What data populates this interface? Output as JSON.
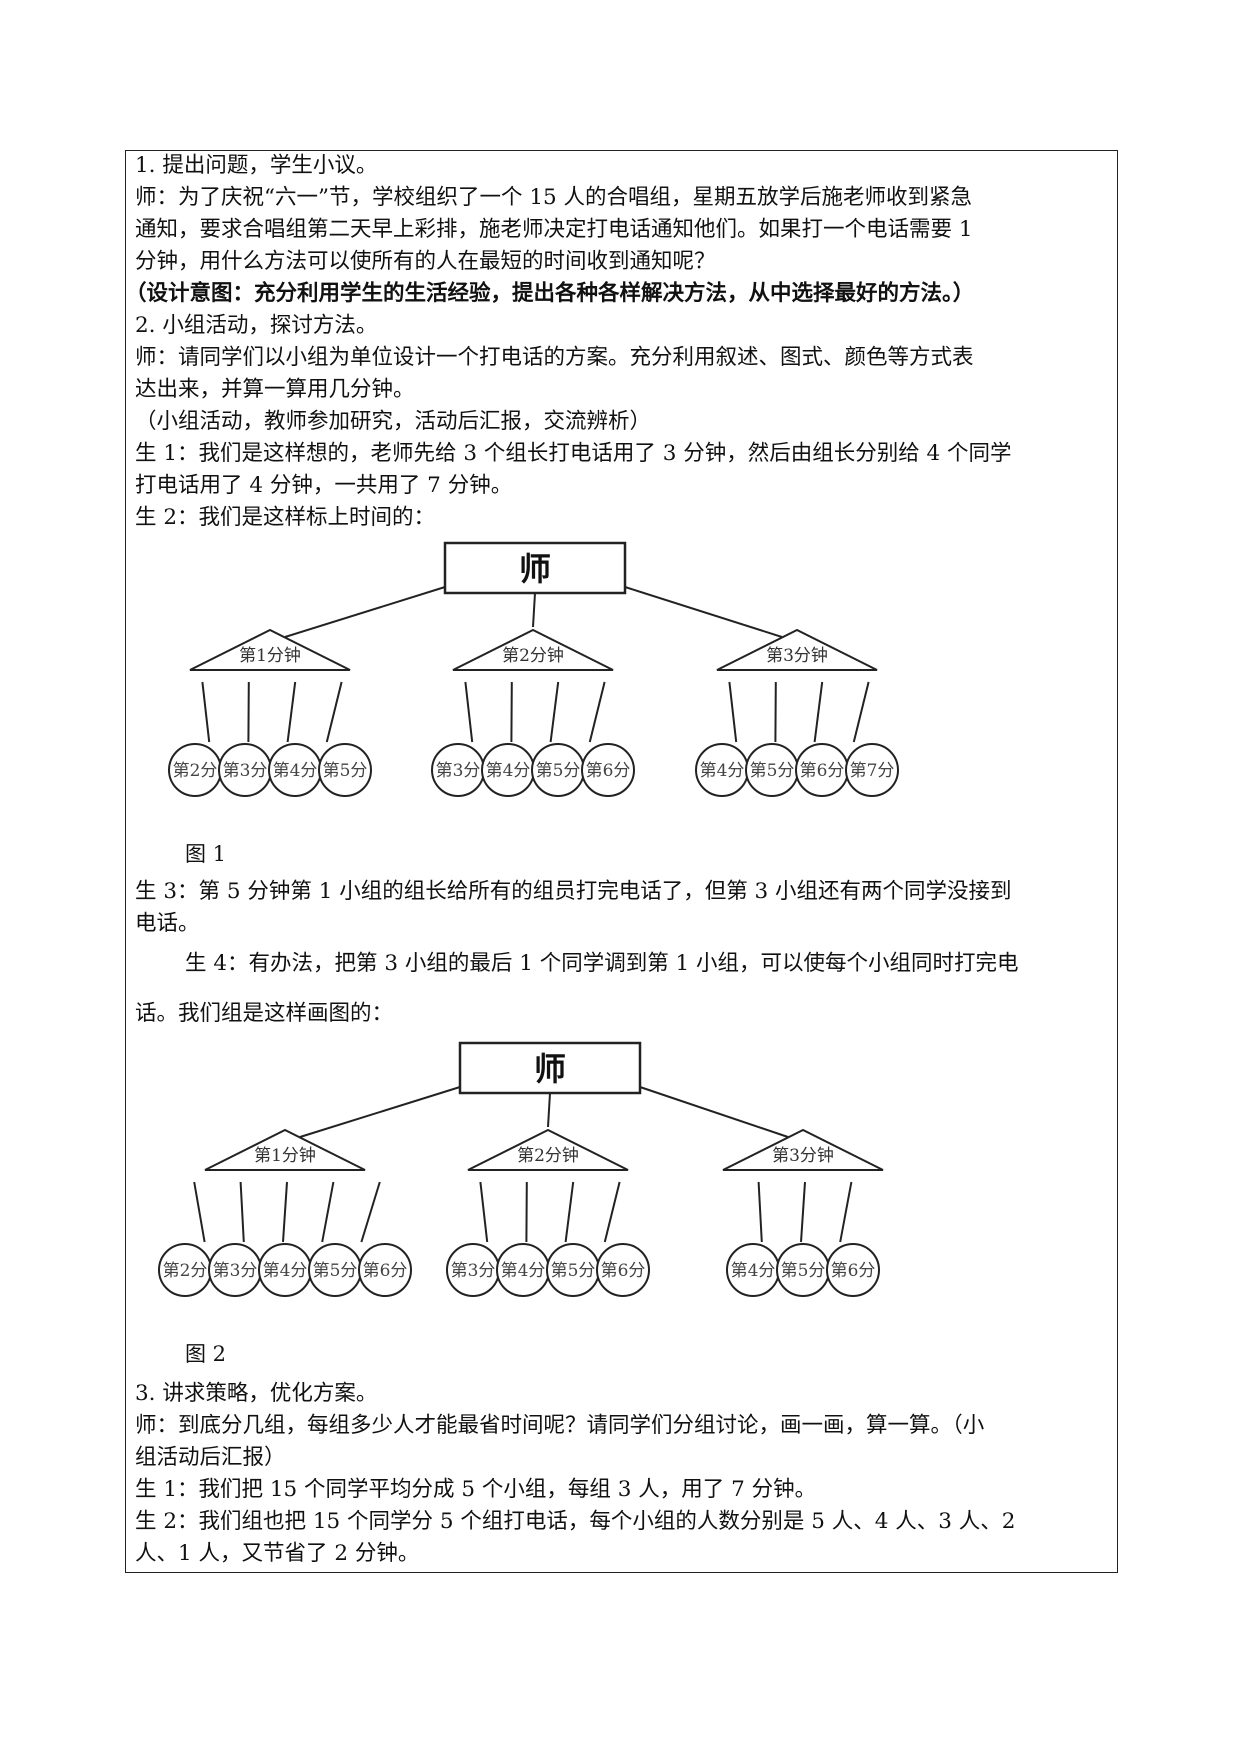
{
  "lines": [
    {
      "key": "l1",
      "text": "1. 提出问题，学生小议。"
    },
    {
      "key": "l2",
      "text": "师：为了庆祝“六一”节，学校组织了一个 15 人的合唱组，星期五放学后施老师收到紧急"
    },
    {
      "key": "l3",
      "text": "通知，要求合唱组第二天早上彩排，施老师决定打电话通知他们。如果打一个电话需要 1"
    },
    {
      "key": "l4",
      "text": "分钟，用什么方法可以使所有的人在最短的时间收到通知呢？"
    },
    {
      "key": "l5",
      "text": "（设计意图：充分利用学生的生活经验，提出各种各样解决方法，从中选择最好的方法。）"
    },
    {
      "key": "l6",
      "text": "2. 小组活动，探讨方法。"
    },
    {
      "key": "l7",
      "text": "师：请同学们以小组为单位设计一个打电话的方案。充分利用叙述、图式、颜色等方式表"
    },
    {
      "key": "l8",
      "text": "达出来，并算一算用几分钟。"
    },
    {
      "key": "l9",
      "text": "（小组活动，教师参加研究，活动后汇报，交流辨析）"
    },
    {
      "key": "l10",
      "text": "生 1：我们是这样想的，老师先给 3 个组长打电话用了 3 分钟，然后由组长分别给 4 个同学"
    },
    {
      "key": "l11",
      "text": "打电话用了 4 分钟，一共用了 7 分钟。"
    },
    {
      "key": "l12",
      "text": "生 2：我们是这样标上时间的："
    },
    {
      "key": "l13",
      "text": "生 3：第 5 分钟第 1 小组的组长给所有的组员打完电话了，但第 3 小组还有两个同学没接到"
    },
    {
      "key": "l14",
      "text": "电话。"
    },
    {
      "key": "l15",
      "text": "生 4：有办法，把第 3 小组的最后 1 个同学调到第 1 小组，可以使每个小组同时打完电"
    },
    {
      "key": "l16",
      "text": "话。我们组是这样画图的："
    },
    {
      "key": "l17",
      "text": "3. 讲求策略，优化方案。"
    },
    {
      "key": "l18",
      "text": "师：到底分几组，每组多少人才能最省时间呢？请同学们分组讨论，画一画，算一算。（小"
    },
    {
      "key": "l19",
      "text": "组活动后汇报）"
    },
    {
      "key": "l20",
      "text": "生 1：我们把 15 个同学平均分成 5 个小组，每组 3 人，用了 7 分钟。"
    },
    {
      "key": "l21",
      "text": "生 2：我们组也把 15 个同学分 5 个组打电话，每个小组的人数分别是 5 人、4 人、3 人、2"
    },
    {
      "key": "l22",
      "text": "人、1 人，又节省了 2 分钟。"
    }
  ],
  "figure1": {
    "caption": "图 1",
    "root": "师",
    "groups": [
      {
        "leader": "第1分钟",
        "members": [
          "第2分",
          "第3分",
          "第4分",
          "第5分"
        ]
      },
      {
        "leader": "第2分钟",
        "members": [
          "第3分",
          "第4分",
          "第5分",
          "第6分"
        ]
      },
      {
        "leader": "第3分钟",
        "members": [
          "第4分",
          "第5分",
          "第6分",
          "第7分"
        ]
      }
    ]
  },
  "figure2": {
    "caption": "图 2",
    "root": "师",
    "groups": [
      {
        "leader": "第1分钟",
        "members": [
          "第2分",
          "第3分",
          "第4分",
          "第5分",
          "第6分"
        ]
      },
      {
        "leader": "第2分钟",
        "members": [
          "第3分",
          "第4分",
          "第5分",
          "第6分"
        ]
      },
      {
        "leader": "第3分钟",
        "members": [
          "第4分",
          "第5分",
          "第6分"
        ]
      }
    ]
  }
}
